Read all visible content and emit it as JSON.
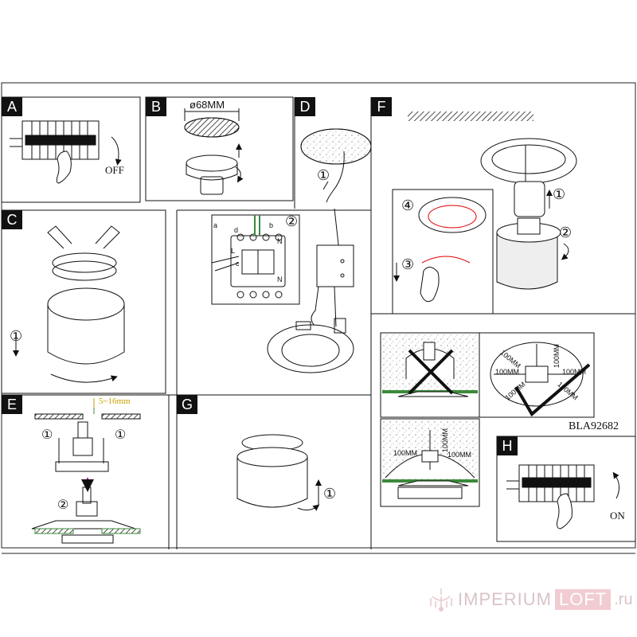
{
  "panels": {
    "a": "A",
    "b": "B",
    "c": "C",
    "d": "D",
    "e": "E",
    "f": "F",
    "g": "G",
    "h": "H"
  },
  "labels": {
    "off": "OFF",
    "on": "ON",
    "diameter": "ø68MM",
    "gap": "5~16mm",
    "model": "BLA92682",
    "wire_a": "a",
    "wire_b": "b",
    "wire_c": "c",
    "wire_d": "d",
    "wire_l": "L",
    "wire_n_top": "N",
    "wire_n_bottom": "N",
    "dist_100": "100MM",
    "dist_100b": "100MM",
    "dist_100c": "100MM",
    "dist_100d": "100MM",
    "dist_100e": "100MM",
    "dist_100f": "100MM",
    "dist_100g": "100MM",
    "dist_100h": "100MM",
    "dist_100i": "100MM"
  },
  "steps": {
    "one": "①",
    "two": "②",
    "three": "③",
    "four": "④"
  },
  "watermark": {
    "text": "IMPERIUM",
    "box": "LOFT",
    "tld": ".ru"
  }
}
